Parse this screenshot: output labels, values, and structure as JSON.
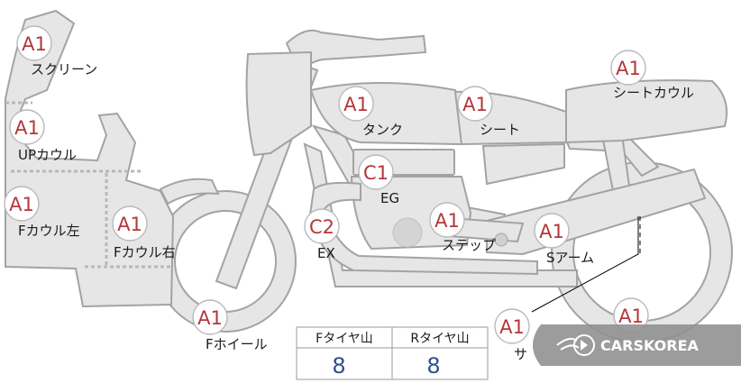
{
  "grades": [
    {
      "id": "screen",
      "grade": "A1",
      "label": "スクリーン"
    },
    {
      "id": "upcowl",
      "grade": "A1",
      "label": "UPカウル"
    },
    {
      "id": "fcowl-left",
      "grade": "A1",
      "label": "Fカウル左"
    },
    {
      "id": "fcowl-right",
      "grade": "A1",
      "label": "Fカウル右"
    },
    {
      "id": "tank",
      "grade": "A1",
      "label": "タンク"
    },
    {
      "id": "seat",
      "grade": "A1",
      "label": "シート"
    },
    {
      "id": "seat-cowl",
      "grade": "A1",
      "label": "シートカウル"
    },
    {
      "id": "engine",
      "grade": "C1",
      "label": "EG"
    },
    {
      "id": "exhaust",
      "grade": "C2",
      "label": "EX"
    },
    {
      "id": "step",
      "grade": "A1",
      "label": "ステップ"
    },
    {
      "id": "swingarm",
      "grade": "A1",
      "label": "Sアーム"
    },
    {
      "id": "fwheel",
      "grade": "A1",
      "label": "Fホイール"
    },
    {
      "id": "muffler",
      "grade": "A1",
      "label": "サ"
    },
    {
      "id": "rwheel",
      "grade": "A1",
      "label": ""
    }
  ],
  "tread_table": {
    "headers": [
      "Fタイヤ山",
      "Rタイヤ山"
    ],
    "values": [
      "8",
      "8"
    ]
  },
  "watermark": {
    "text": "CARSKOREA"
  }
}
